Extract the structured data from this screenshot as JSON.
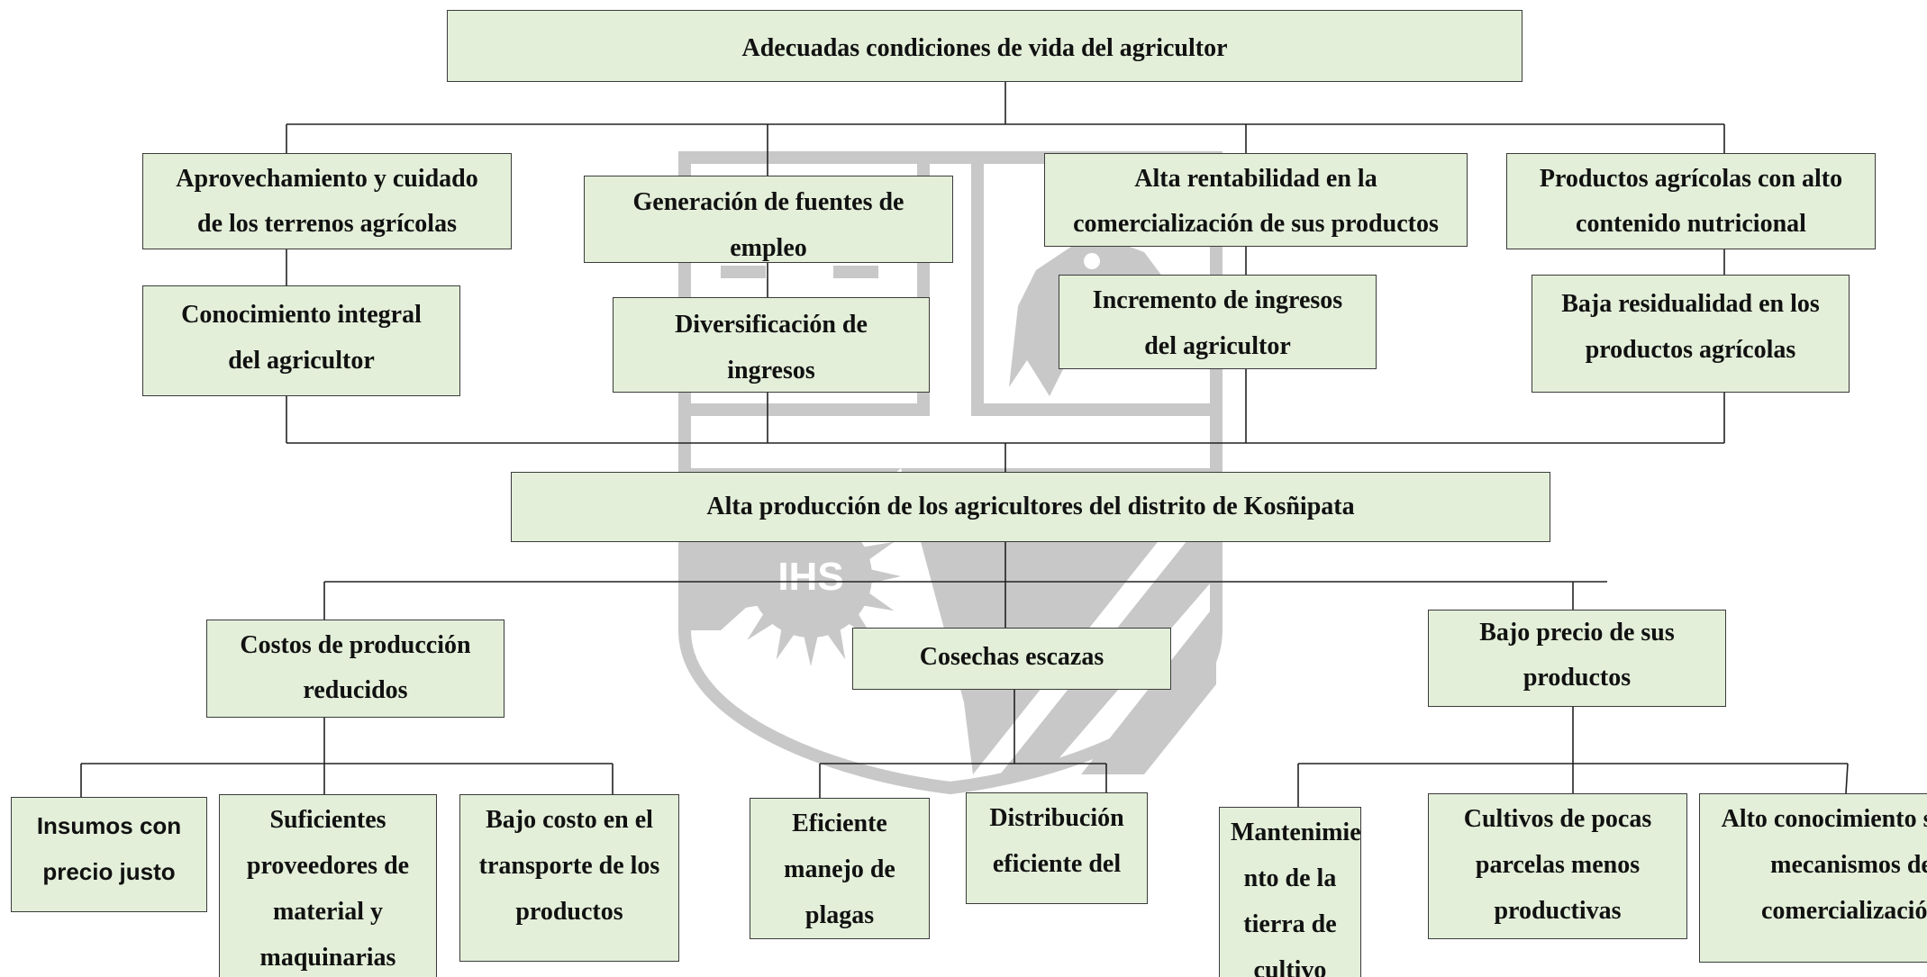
{
  "watermark": {
    "text": "IHS",
    "color": "#c8c8c8"
  },
  "colors": {
    "node_fill": "#e3efd9",
    "node_border": "#3b3b3b",
    "connector": "#222222"
  },
  "nodes": {
    "top": "Adecuadas condiciones de vida del agricultor",
    "aprovechamiento": "Aprovechamiento y cuidado de los terrenos agrícolas",
    "generacion": "Generación de fuentes de empleo",
    "rentabilidad": "Alta rentabilidad en la comercialización de sus productos",
    "nutricional": "Productos agrícolas con alto contenido nutricional",
    "conocimiento": "Conocimiento integral del agricultor",
    "diversificacion": "Diversificación de ingresos",
    "incremento": "Incremento de ingresos del agricultor",
    "residualidad": "Baja residualidad en los productos agrícolas",
    "central": "Alta producción de los agricultores del distrito de Kosñipata",
    "costos": "Costos de producción reducidos",
    "cosechas": "Cosechas escazas",
    "bajo_precio": "Bajo precio de sus productos",
    "insumos": "Insumos con precio justo",
    "proveedores": "Suficientes proveedores de material y maquinarias",
    "transporte": "Bajo costo en el transporte de los productos",
    "plagas": "Eficiente manejo de plagas",
    "distribucion": "Distribución eficiente del",
    "mantenimiento": "Mantenimie nto de la tierra de cultivo",
    "cultivos": "Cultivos de pocas parcelas menos productivas",
    "alto_conocimiento": "Alto conocimiento sobre mecanismos de comercialización"
  }
}
